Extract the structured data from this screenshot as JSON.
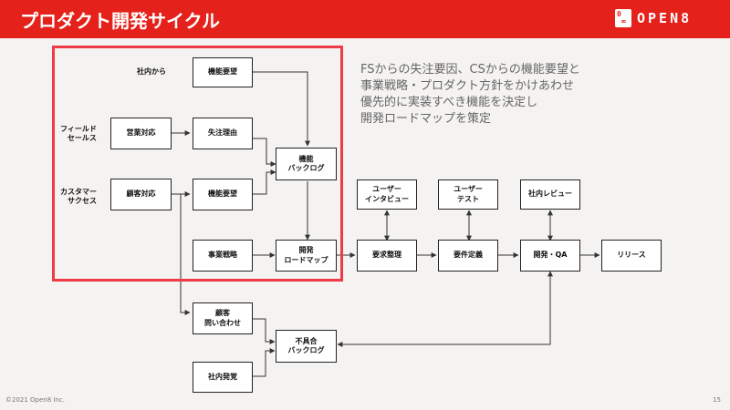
{
  "header": {
    "title": "プロダクト開発サイクル",
    "logo_text": "OPEN8",
    "logo_mark_top": "0",
    "logo_mark_bottom": "∞"
  },
  "row_labels": {
    "internal": "社内から",
    "field_sales": "フィールド\nセールス",
    "customer_success": "カスタマー\nサクセス"
  },
  "boxes": {
    "feature_request_internal": "機能要望",
    "sales_response": "営業対応",
    "lost_reason": "失注理由",
    "customer_response": "顧客対応",
    "feature_request_customer": "機能要望",
    "feature_backlog": "機能\nバックログ",
    "business_strategy": "事業戦略",
    "dev_roadmap": "開発\nロードマップ",
    "user_interview": "ユーザー\nインタビュー",
    "user_test": "ユーザー\nテスト",
    "internal_review": "社内レビュー",
    "requirements": "要求整理",
    "specification": "要件定義",
    "dev_qa": "開発・QA",
    "release": "リリース",
    "customer_inquiry": "顧客\n問い合わせ",
    "bug_backlog": "不具合\nバックログ",
    "internal_discovery": "社内発覚"
  },
  "note": {
    "line1": "FSからの失注要因、CSからの機能要望と",
    "line2": "事業戦略・プロダクト方針をかけあわせ",
    "line3": "優先的に実装すべき機能を決定し",
    "line4": "開発ロードマップを策定"
  },
  "footer": {
    "copyright": "©2021 Open8 Inc.",
    "page_number": "15"
  },
  "colors": {
    "brand_red": "#e4211b",
    "highlight_border": "#ee3b47",
    "line": "#333333"
  }
}
